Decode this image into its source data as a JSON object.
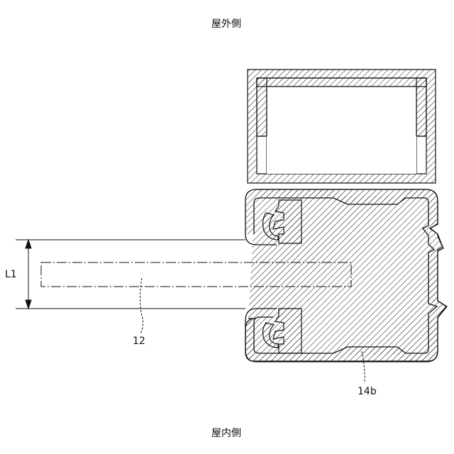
{
  "labels": {
    "top": "屋外側",
    "bottom": "屋内側",
    "dimension": "L1",
    "glass_ref": "12",
    "profile_ref": "14b"
  }
}
